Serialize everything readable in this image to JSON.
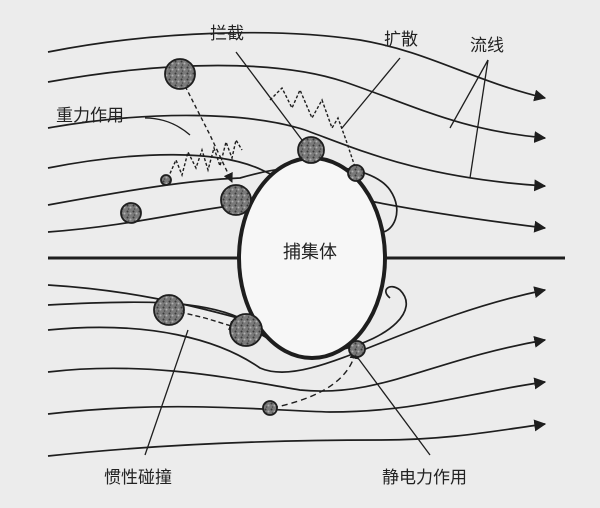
{
  "labels": {
    "interception": "拦截",
    "diffusion": "扩散",
    "streamline": "流线",
    "gravity": "重力作用",
    "collector": "捕集体",
    "inertial_impaction": "惯性碰撞",
    "electrostatic": "静电力作用"
  },
  "colors": {
    "line": "#1e1e1e",
    "particle_fill": "#6f6f6f",
    "collector_fill": "#f7f7f7",
    "background": "#ececec"
  }
}
